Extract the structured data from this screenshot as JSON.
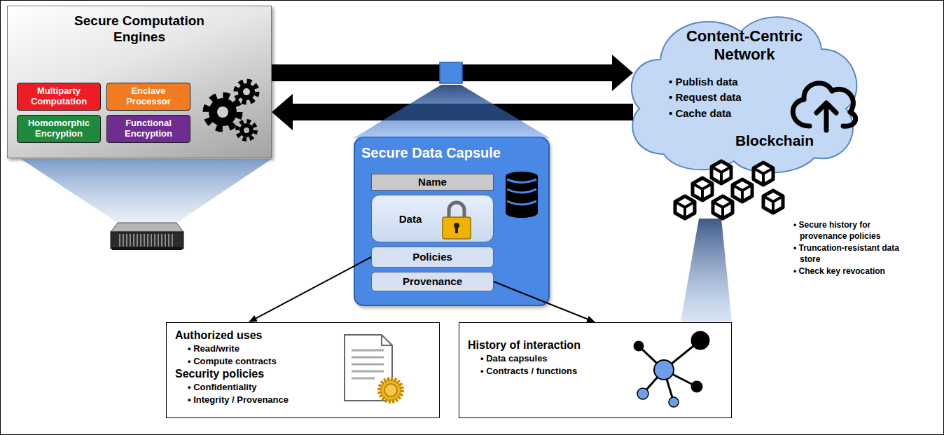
{
  "diagram": {
    "nodes": [
      {
        "text": [
          "Secure Computation Engines"
        ]
      },
      {
        "text": [
          "Multiparty Computation"
        ],
        "in": 0
      },
      {
        "text": [
          "Enclave Processor"
        ],
        "in": 0
      },
      {
        "text": [
          "Homomorphic Encryption"
        ],
        "in": 0
      },
      {
        "text": [
          "Functional Encryption"
        ],
        "in": 0
      },
      {
        "text": [
          "Content-Centric Network",
          "• Publish data",
          "• Request data",
          "• Cache data"
        ]
      },
      {
        "text": [
          "Secure Data Capsule"
        ]
      },
      {
        "text": [
          "Name"
        ],
        "in": 6
      },
      {
        "text": [
          "Data"
        ],
        "in": 6
      },
      {
        "text": [
          "Policies"
        ],
        "in": 6
      },
      {
        "text": [
          "Provenance"
        ],
        "in": 6
      },
      {
        "text": [
          "Authorized uses",
          "• Read/write",
          "• Compute contracts",
          "Security policies",
          "• Confidentiality",
          "• Integrity / Provenance"
        ]
      },
      {
        "text": [
          "History of interaction",
          "• Data capsules",
          "• Contracts / functions"
        ]
      }
    ],
    "edges": [
      {
        "from": 0,
        "to": 5,
        "arrow": "to"
      },
      {
        "from": 5,
        "to": 0,
        "arrow": "to"
      },
      {
        "from": 9,
        "to": 11,
        "arrow": "to"
      },
      {
        "from": 10,
        "to": 12,
        "arrow": "to"
      }
    ],
    "labels": [
      "Blockchain",
      "• Secure history for provenance policies",
      "• Truncation-resistant data store",
      "• Check key revocation"
    ]
  }
}
